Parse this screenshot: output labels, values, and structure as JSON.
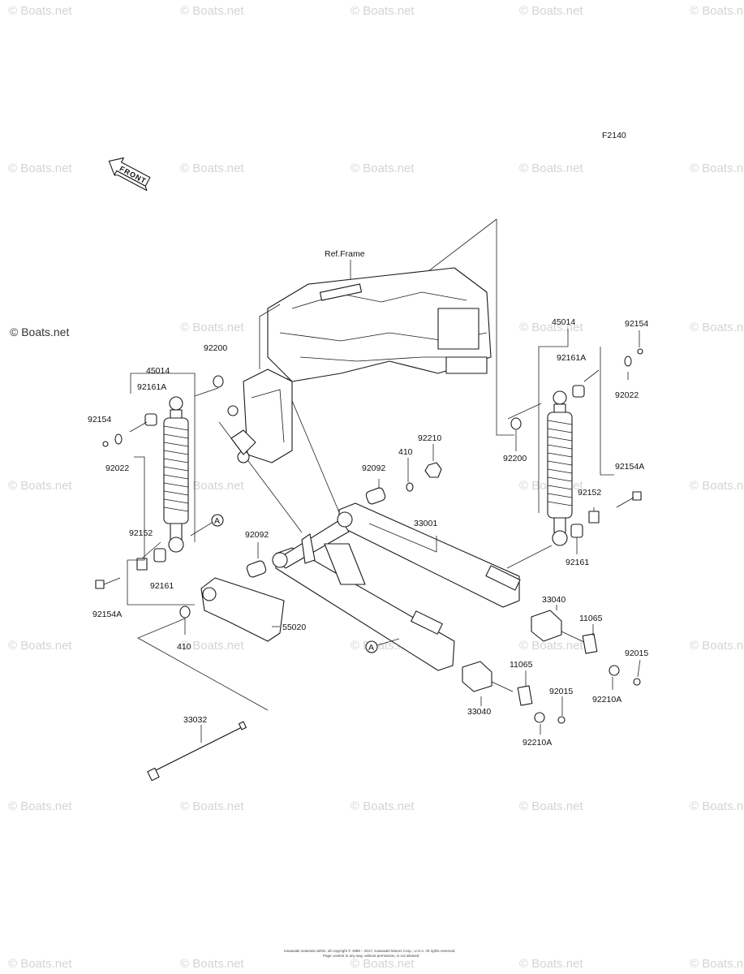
{
  "diagram_code": "F2140",
  "front_label": "FRONT",
  "ref_frame_label": "Ref.Frame",
  "watermark": "© Boats.net",
  "copyright_lines": [
    "Kawasaki materials within, all copyright © 1996 – 2017, Kawasaki Motors Corp., U.S.A. All rights reserved.",
    "Page content in any way, without permission, is not allowed."
  ],
  "callout_letter": "A",
  "parts": {
    "p45014_l": "45014",
    "p92200_l": "92200",
    "p92161a_l": "92161A",
    "p92154_l": "92154",
    "p92022_l": "92022",
    "p92152_l": "92152",
    "p92154a_l": "92154A",
    "p92161_l": "92161",
    "p410_l": "410",
    "p92092_l": "92092",
    "p55020": "55020",
    "p33032": "33032",
    "p410_m": "410",
    "p92210": "92210",
    "p92092_m": "92092",
    "p33001": "33001",
    "p45014_r": "45014",
    "p92154_r": "92154",
    "p92161a_r": "92161A",
    "p92022_r": "92022",
    "p92200_r": "92200",
    "p92154a_r": "92154A",
    "p92152_r": "92152",
    "p92161_r": "92161",
    "p33040_r": "33040",
    "p11065_r": "11065",
    "p92015_r": "92015",
    "p92210a_r": "92210A",
    "p11065_m": "11065",
    "p92015_m": "92015",
    "p33040_m": "33040",
    "p92210a_m": "92210A"
  }
}
